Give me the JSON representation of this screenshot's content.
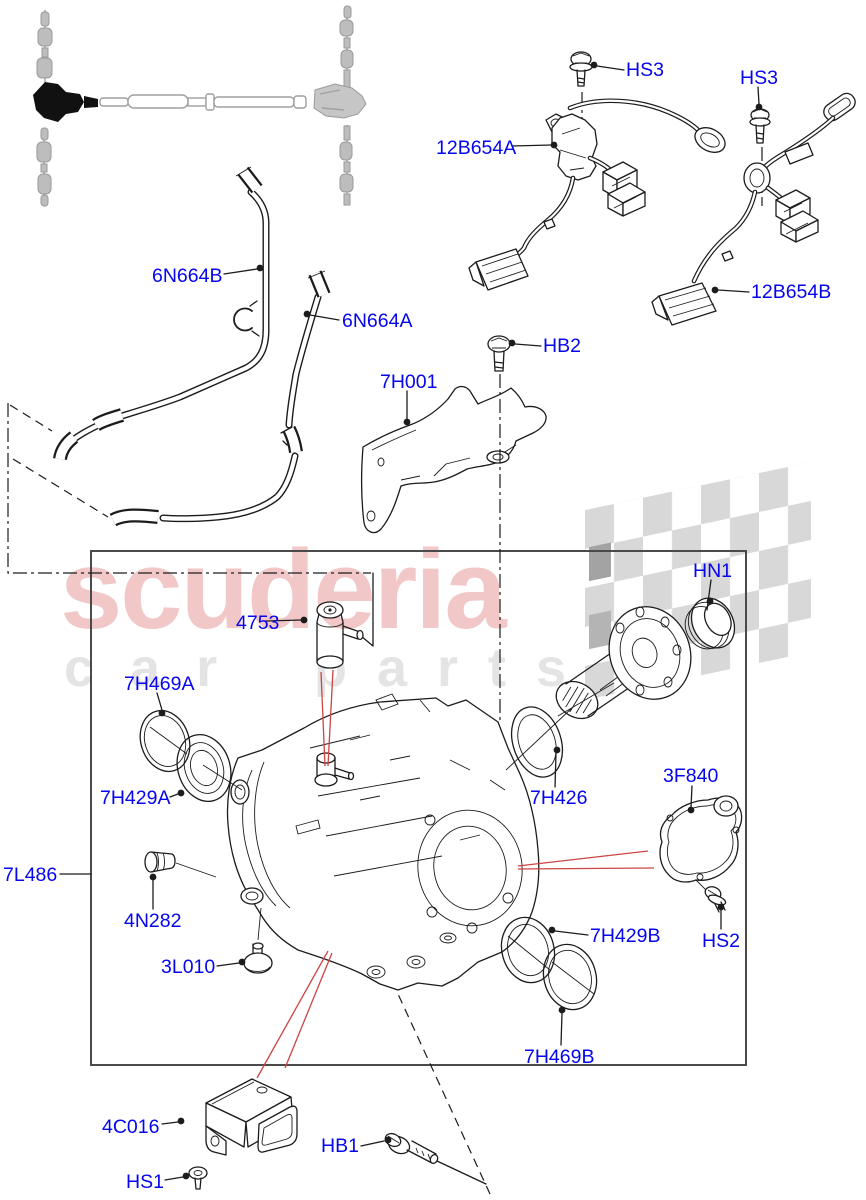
{
  "watermark": {
    "brand": "scuderia",
    "tagline_word1": "car",
    "tagline_word2": "parts"
  },
  "colors": {
    "label": "#0505ee",
    "line": "#1c1c1c",
    "red": "#cc4444",
    "pink": "#f2c7c7",
    "gray": "#e4e4e4",
    "checker": "#d8d8d8",
    "border": "#4a4a4a"
  },
  "callouts": {
    "hs3_a": "HS3",
    "hs3_b": "HS3",
    "b654a": "12B654A",
    "b654b": "12B654B",
    "n664b": "6N664B",
    "n664a": "6N664A",
    "h7001": "7H001",
    "hb2": "HB2",
    "hn1": "HN1",
    "v4753": "4753",
    "h7469a": "7H469A",
    "h7429a": "7H429A",
    "l7486": "7L486",
    "n4282": "4N282",
    "l3010": "3L010",
    "h7426": "7H426",
    "f3840": "3F840",
    "hs2": "HS2",
    "h7429b": "7H429B",
    "h7469b": "7H469B",
    "c4016": "4C016",
    "hs1": "HS1",
    "hb1": "HB1"
  }
}
